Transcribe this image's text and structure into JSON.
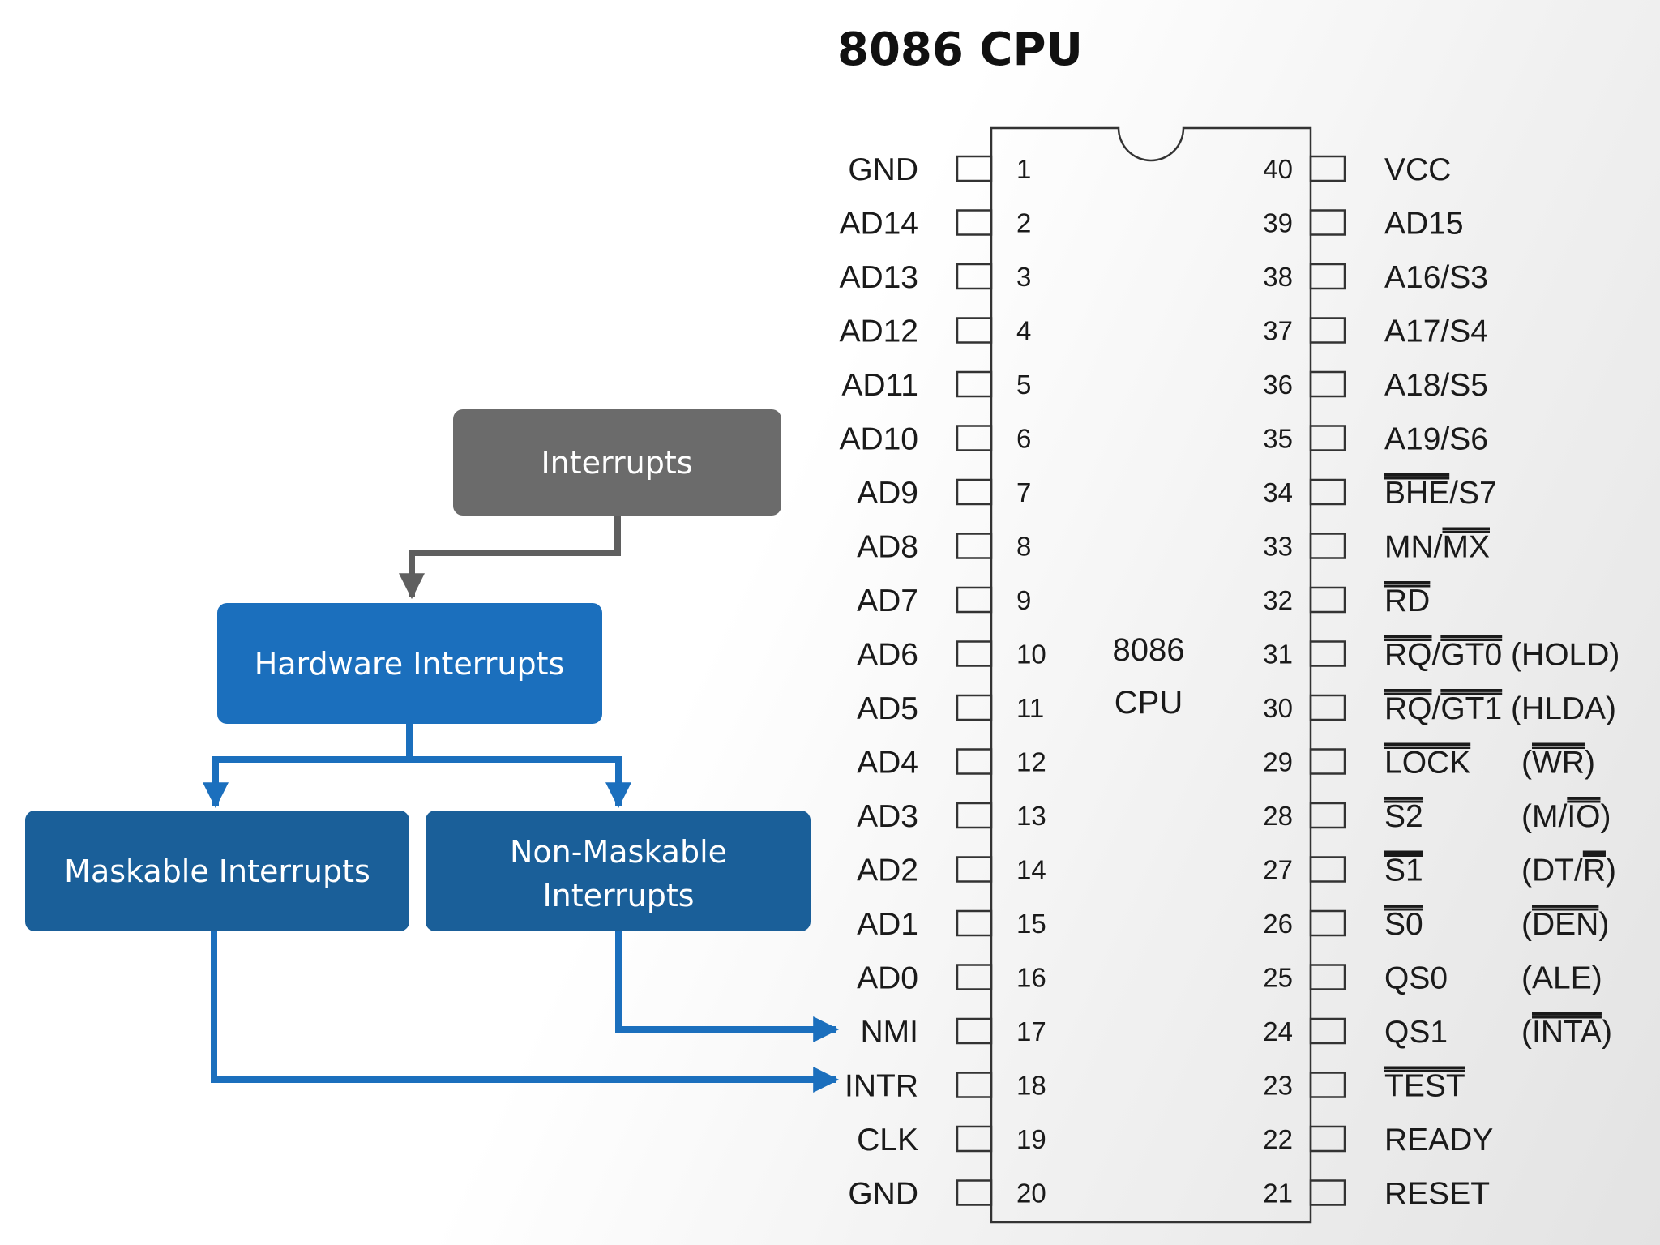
{
  "title": "8086 CPU",
  "chip": {
    "line1": "8086",
    "line2": "CPU"
  },
  "flowchart": {
    "root": "Interrupts",
    "hardware": "Hardware Interrupts",
    "maskable": "Maskable Interrupts",
    "nonmaskable_line1": "Non-Maskable",
    "nonmaskable_line2": "Interrupts"
  },
  "pins_left": [
    {
      "num": "1",
      "label": "GND"
    },
    {
      "num": "2",
      "label": "AD14"
    },
    {
      "num": "3",
      "label": "AD13"
    },
    {
      "num": "4",
      "label": "AD12"
    },
    {
      "num": "5",
      "label": "AD11"
    },
    {
      "num": "6",
      "label": "AD10"
    },
    {
      "num": "7",
      "label": "AD9"
    },
    {
      "num": "8",
      "label": "AD8"
    },
    {
      "num": "9",
      "label": "AD7"
    },
    {
      "num": "10",
      "label": "AD6"
    },
    {
      "num": "11",
      "label": "AD5"
    },
    {
      "num": "12",
      "label": "AD4"
    },
    {
      "num": "13",
      "label": "AD3"
    },
    {
      "num": "14",
      "label": "AD2"
    },
    {
      "num": "15",
      "label": "AD1"
    },
    {
      "num": "16",
      "label": "AD0"
    },
    {
      "num": "17",
      "label": "NMI"
    },
    {
      "num": "18",
      "label": "INTR"
    },
    {
      "num": "19",
      "label": "CLK"
    },
    {
      "num": "20",
      "label": "GND"
    }
  ],
  "pins_right": [
    {
      "num": "40",
      "parts": [
        {
          "t": "VCC"
        }
      ]
    },
    {
      "num": "39",
      "parts": [
        {
          "t": "AD15"
        }
      ]
    },
    {
      "num": "38",
      "parts": [
        {
          "t": "A16/S3"
        }
      ]
    },
    {
      "num": "37",
      "parts": [
        {
          "t": "A17/S4"
        }
      ]
    },
    {
      "num": "36",
      "parts": [
        {
          "t": "A18/S5"
        }
      ]
    },
    {
      "num": "35",
      "parts": [
        {
          "t": "A19/S6"
        }
      ]
    },
    {
      "num": "34",
      "parts": [
        {
          "t": "BHE",
          "o": true
        },
        {
          "t": "/S7"
        }
      ]
    },
    {
      "num": "33",
      "parts": [
        {
          "t": "MN/"
        },
        {
          "t": "MX",
          "o": true
        }
      ]
    },
    {
      "num": "32",
      "parts": [
        {
          "t": "RD",
          "o": true
        }
      ]
    },
    {
      "num": "31",
      "parts": [
        {
          "t": "RQ",
          "o": true
        },
        {
          "t": "/"
        },
        {
          "t": "GT0",
          "o": true
        },
        {
          "t": " (HOLD)"
        }
      ]
    },
    {
      "num": "30",
      "parts": [
        {
          "t": "RQ",
          "o": true
        },
        {
          "t": "/"
        },
        {
          "t": "GT1",
          "o": true
        },
        {
          "t": " (HLDA)"
        }
      ]
    },
    {
      "num": "29",
      "parts": [
        {
          "t": "LOCK",
          "o": true
        }
      ],
      "alt": [
        {
          "t": "("
        },
        {
          "t": "WR",
          "o": true
        },
        {
          "t": ")"
        }
      ]
    },
    {
      "num": "28",
      "parts": [
        {
          "t": "S2",
          "o": true
        }
      ],
      "alt": [
        {
          "t": "(M/"
        },
        {
          "t": "IO",
          "o": true
        },
        {
          "t": ")"
        }
      ]
    },
    {
      "num": "27",
      "parts": [
        {
          "t": "S1",
          "o": true
        }
      ],
      "alt": [
        {
          "t": "(DT/"
        },
        {
          "t": "R",
          "o": true
        },
        {
          "t": ")"
        }
      ]
    },
    {
      "num": "26",
      "parts": [
        {
          "t": "S0",
          "o": true
        }
      ],
      "alt": [
        {
          "t": "("
        },
        {
          "t": "DEN",
          "o": true
        },
        {
          "t": ")"
        }
      ]
    },
    {
      "num": "25",
      "parts": [
        {
          "t": "QS0"
        }
      ],
      "alt": [
        {
          "t": "(ALE)"
        }
      ]
    },
    {
      "num": "24",
      "parts": [
        {
          "t": "QS1"
        }
      ],
      "alt": [
        {
          "t": "("
        },
        {
          "t": "INTA",
          "o": true
        },
        {
          "t": ")"
        }
      ]
    },
    {
      "num": "23",
      "parts": [
        {
          "t": "TEST",
          "o": true
        }
      ]
    },
    {
      "num": "22",
      "parts": [
        {
          "t": "READY"
        }
      ]
    },
    {
      "num": "21",
      "parts": [
        {
          "t": "RESET"
        }
      ]
    }
  ],
  "colors": {
    "root_box": "#6b6b6b",
    "hardware_box": "#1b6fbd",
    "child_box": "#1a5f99",
    "arrow_gray": "#5f5f5f",
    "arrow_blue": "#1b6fbd"
  }
}
